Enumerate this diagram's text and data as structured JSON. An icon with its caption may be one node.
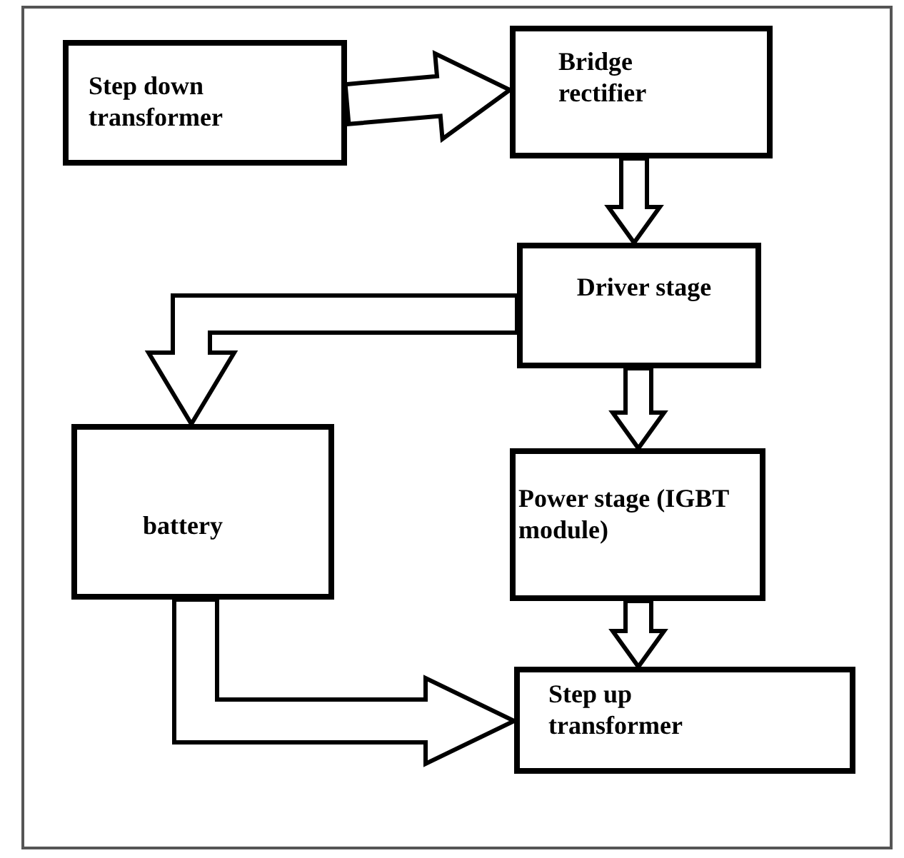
{
  "diagram": {
    "nodes": [
      {
        "text": [
          "Step down transformer"
        ]
      },
      {
        "text": [
          "Bridge rectifier"
        ]
      },
      {
        "text": [
          "Driver stage"
        ]
      },
      {
        "text": [
          "battery"
        ]
      },
      {
        "text": [
          "Power stage (IGBT module)"
        ]
      },
      {
        "text": [
          "Step up transformer"
        ]
      }
    ],
    "edges": [
      {
        "from": 0,
        "to": 1,
        "arrow": "to"
      },
      {
        "from": 1,
        "to": 2,
        "arrow": "to"
      },
      {
        "from": 2,
        "to": 3,
        "arrow": "to"
      },
      {
        "from": 2,
        "to": 4,
        "arrow": "to"
      },
      {
        "from": 4,
        "to": 5,
        "arrow": "to"
      },
      {
        "from": 3,
        "to": 5,
        "arrow": "to"
      }
    ]
  }
}
